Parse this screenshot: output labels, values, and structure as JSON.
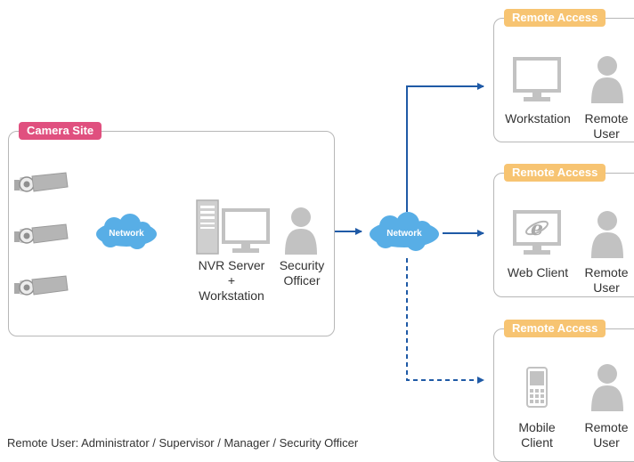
{
  "camera_site": {
    "tag": "Camera Site"
  },
  "network_label": "Network",
  "nvr": {
    "line1": "NVR Server",
    "line2": "+",
    "line3": "Workstation"
  },
  "security_officer": {
    "line1": "Security",
    "line2": "Officer"
  },
  "remote_boxes": [
    {
      "tag": "Remote Access",
      "device_label": "Workstation",
      "user_line1": "Remote",
      "user_line2": "User"
    },
    {
      "tag": "Remote Access",
      "device_label": "Web Client",
      "user_line1": "Remote",
      "user_line2": "User"
    },
    {
      "tag": "Remote Access",
      "device_line1": "Mobile",
      "device_line2": "Client",
      "user_line1": "Remote",
      "user_line2": "User"
    }
  ],
  "footnote": "Remote User: Administrator / Supervisor / Manager / Security Officer",
  "colors": {
    "arrow": "#1f5aa6",
    "cloud": "#58aee6",
    "icon": "#c2c2c2",
    "tag_pink": "#e0507f",
    "tag_orange": "#f7c472"
  }
}
